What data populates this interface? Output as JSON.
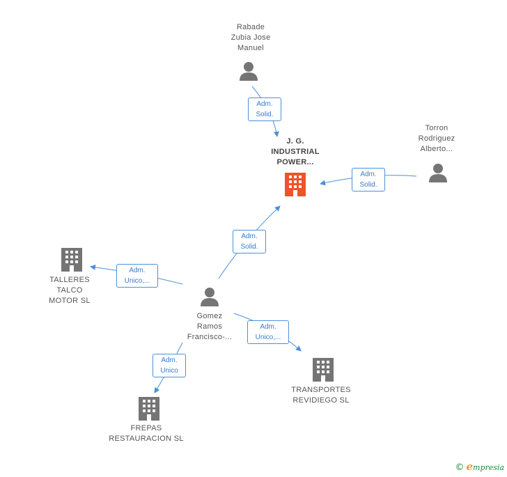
{
  "colors": {
    "edge": "#4a90d9",
    "person": "#757575",
    "company": "#757575",
    "main_company": "#f0522a"
  },
  "nodes": {
    "rabade": {
      "label": "Rabade\nZubia Jose\nManuel",
      "icon": "person-icon"
    },
    "jg": {
      "label": "J. G.\nINDUSTRIAL\nPOWER...",
      "icon": "building-icon"
    },
    "torron": {
      "label": "Torron\nRodriguez\nAlberto...",
      "icon": "person-icon"
    },
    "talleres": {
      "label": "TALLERES\nTALCO\nMOTOR SL",
      "icon": "building-icon"
    },
    "gomez": {
      "label": "Gomez\nRamos\nFrancisco-...",
      "icon": "person-icon"
    },
    "transportes": {
      "label": "TRANSPORTES\nREVIDIEGO SL",
      "icon": "building-icon"
    },
    "frepas": {
      "label": "FREPAS\nRESTAURACION SL",
      "icon": "building-icon"
    }
  },
  "edges": {
    "rabade_jg": "Adm.\nSolid.",
    "torron_jg": "Adm.\nSolid.",
    "gomez_jg": "Adm.\nSolid.",
    "gomez_talleres": "Adm.\nUnico,...",
    "gomez_transportes": "Adm.\nUnico,...",
    "gomez_frepas": "Adm.\nUnico"
  },
  "footer": {
    "copyright": "©",
    "brand_initial": "e",
    "brand_rest": "mpresia"
  }
}
